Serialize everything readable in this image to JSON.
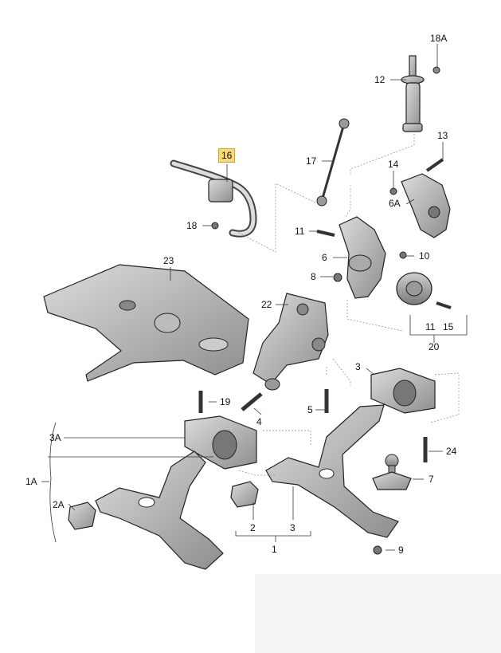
{
  "diagram": {
    "labels": {
      "l18A": "18A",
      "l12": "12",
      "l13": "13",
      "l14": "14",
      "l6A": "6A",
      "l16": "16",
      "l17": "17",
      "l18": "18",
      "l11a": "11",
      "l10": "10",
      "l6": "6",
      "l8": "8",
      "l23": "23",
      "l22": "22",
      "l11b": "11",
      "l15": "15",
      "l20": "20",
      "l3top": "3",
      "l19": "19",
      "l4": "4",
      "l5": "5",
      "l3A": "3A",
      "l24": "24",
      "l1A": "1A",
      "l7": "7",
      "l2A": "2A",
      "l2": "2",
      "l3": "3",
      "l1": "1",
      "l9": "9"
    },
    "highlighted_part": "16",
    "highlight_color": "#f5d97a"
  }
}
